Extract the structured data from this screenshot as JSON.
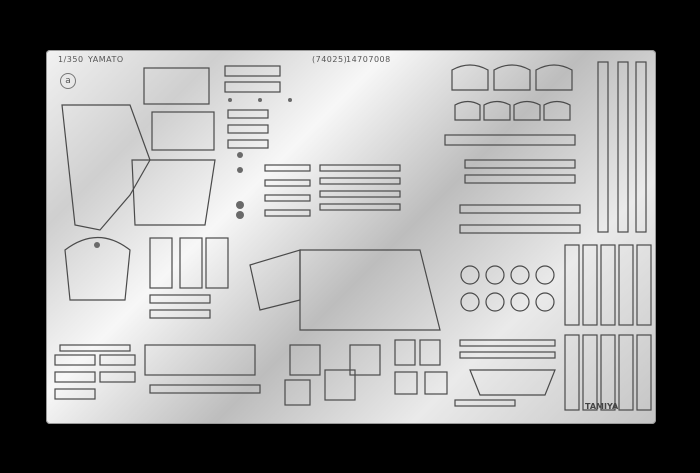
{
  "fret": {
    "scale_label": "1/350",
    "ship_name": "YAMATO",
    "kit_code": "(74025)",
    "part_number": "14707008",
    "fret_letter": "a",
    "brand": "TAMIYA"
  },
  "colors": {
    "background": "#000000",
    "metal_light": "#f2f2f2",
    "metal_dark": "#bdbdbd",
    "etch_line": "#4a4a4a"
  }
}
